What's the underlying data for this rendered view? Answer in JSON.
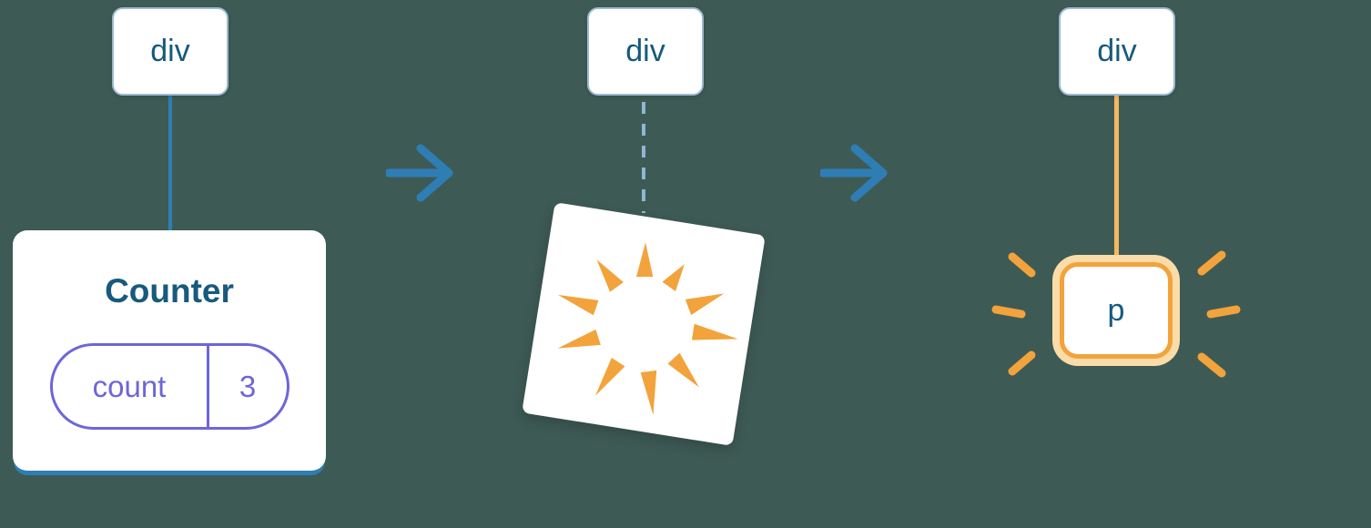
{
  "colors": {
    "background": "#3E5A55",
    "blue": "#2E7EB5",
    "dark_blue_text": "#175A7C",
    "purple": "#6D66D8",
    "orange": "#F2A33C",
    "orange_light": "#FBDCA8",
    "orange_line": "#F6B85F",
    "node_border": "#9DBBD2",
    "dashed_blue": "#8FB7D1"
  },
  "stage_before": {
    "dom_node_label": "div",
    "component": {
      "name": "Counter",
      "state": {
        "key": "count",
        "value": "3"
      }
    }
  },
  "stage_destroy": {
    "dom_node_label": "div"
  },
  "stage_after": {
    "dom_node_label": "div",
    "new_element_label": "p"
  },
  "icons": {
    "arrow_1": "arrow-right-icon",
    "arrow_2": "arrow-right-icon",
    "poof": "poof-burst-icon",
    "sparks": "sparkle-dashes-icon"
  }
}
